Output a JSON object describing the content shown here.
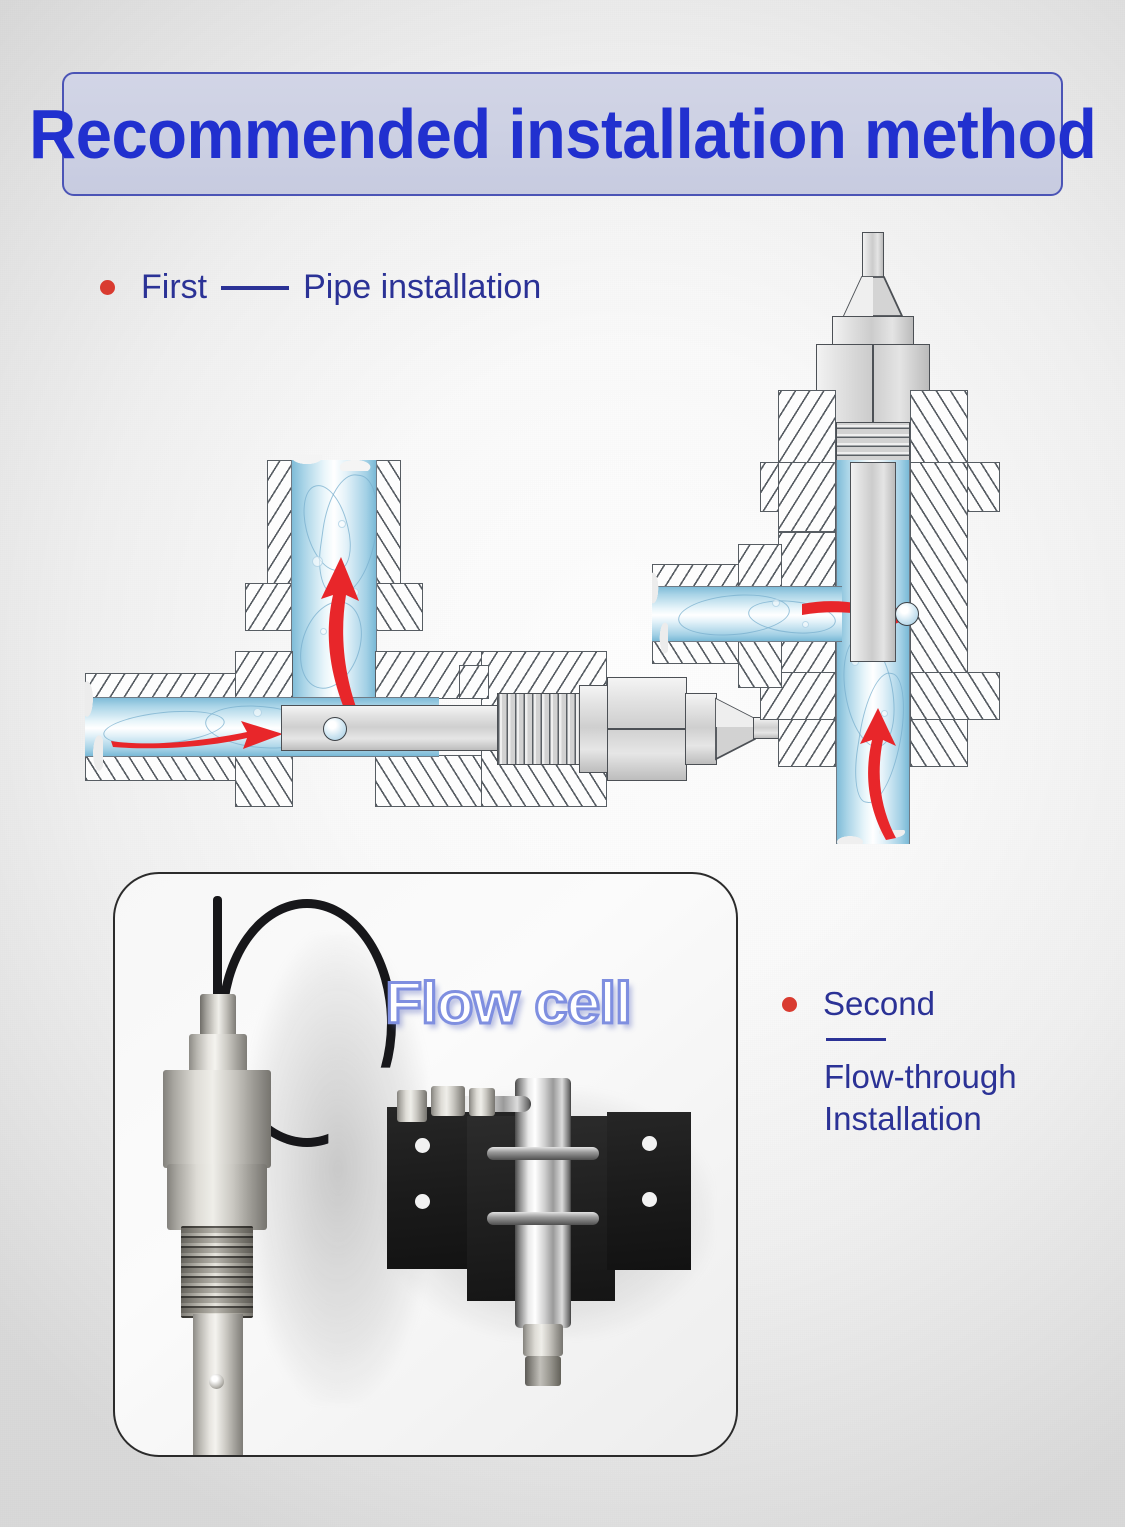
{
  "title": {
    "text": "Recommended installation method",
    "text_color": "#2130cf",
    "box_fill": "#ccd0e3",
    "box_border": "#4b54b6"
  },
  "sections": {
    "first": {
      "bullet_color": "#d93b30",
      "label": "First",
      "separator": "——",
      "detail": "Pipe installation"
    },
    "second": {
      "bullet_color": "#d93b30",
      "label": "Second",
      "detail_line1": "Flow-through",
      "detail_line2": "Installation"
    }
  },
  "flow_cell": {
    "caption": "Flow cell",
    "caption_stroke_color": "#7f8fe0"
  },
  "diagrams": {
    "pipe_tee": {
      "name": "Tee pipe cross-section with horizontal sensor probe",
      "flow_arrow_color": "#e8262a",
      "water_color": "#7fbcd8"
    },
    "vertical_pipe": {
      "name": "Vertical pipe cross-section with top-mounted sensor probe",
      "flow_arrow_color": "#e8262a",
      "water_color": "#7fbcd8"
    }
  },
  "photos": {
    "probe": "Stainless steel conductivity probe with cable",
    "cell": "Flow cell on black mounting bracket"
  }
}
